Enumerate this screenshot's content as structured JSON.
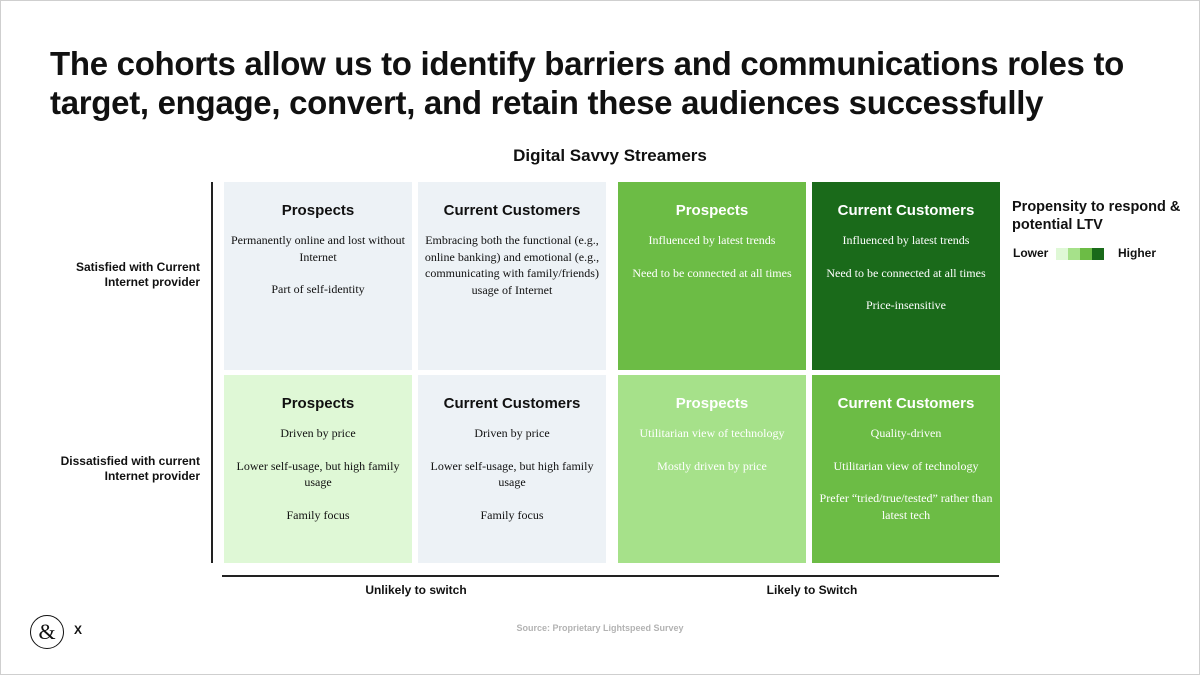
{
  "title": "The cohorts allow us to identify barriers and communications roles to target, engage, convert, and retain these audiences successfully",
  "subtitle": "Digital Savvy Streamers",
  "rows": [
    "Satisfied with Current Internet provider",
    "Dissatisfied with current Internet provider"
  ],
  "columns": {
    "unlikely": "Unlikely to switch",
    "likely": "Likely to Switch"
  },
  "cells": [
    {
      "head": "Prospects",
      "lines": [
        "Permanently online and lost without Internet",
        "Part of self-identity"
      ],
      "color": "#edf2f6",
      "text_color": "#111111"
    },
    {
      "head": "Current Customers",
      "lines": [
        "Embracing both the functional (e.g., online banking) and emotional (e.g., communicating with family/friends) usage of Internet"
      ],
      "color": "#edf2f6",
      "text_color": "#111111"
    },
    {
      "head": "Prospects",
      "lines": [
        "Influenced by latest trends",
        "Need to be connected at all times"
      ],
      "color": "#6cbc45",
      "text_color": "#ffffff"
    },
    {
      "head": "Current Customers",
      "lines": [
        "Influenced by latest trends",
        "Need to be connected at all times",
        "Price-insensitive"
      ],
      "color": "#1a6a1a",
      "text_color": "#ffffff"
    },
    {
      "head": "Prospects",
      "lines": [
        "Driven by price",
        "Lower self-usage, but high family usage",
        "Family focus"
      ],
      "color": "#dff8d6",
      "text_color": "#111111"
    },
    {
      "head": "Current Customers",
      "lines": [
        "Driven by price",
        "Lower self-usage, but high family usage",
        "Family focus"
      ],
      "color": "#edf2f6",
      "text_color": "#111111"
    },
    {
      "head": "Prospects",
      "lines": [
        "Utilitarian view of technology",
        "Mostly driven by price"
      ],
      "color": "#a6e18a",
      "text_color": "#ffffff"
    },
    {
      "head": "Current Customers",
      "lines": [
        "Quality-driven",
        "Utilitarian view of technology",
        "Prefer “tried/true/tested” rather than latest tech"
      ],
      "color": "#6cbc45",
      "text_color": "#ffffff"
    }
  ],
  "legend": {
    "title": "Propensity to respond & potential LTV",
    "low": "Lower",
    "high": "Higher",
    "colors": [
      "#dff8d6",
      "#a6e18a",
      "#6cbc45",
      "#1a6a1a"
    ]
  },
  "source": "Source: Proprietary Lightspeed Survey",
  "logo": "&",
  "close_label": "X"
}
